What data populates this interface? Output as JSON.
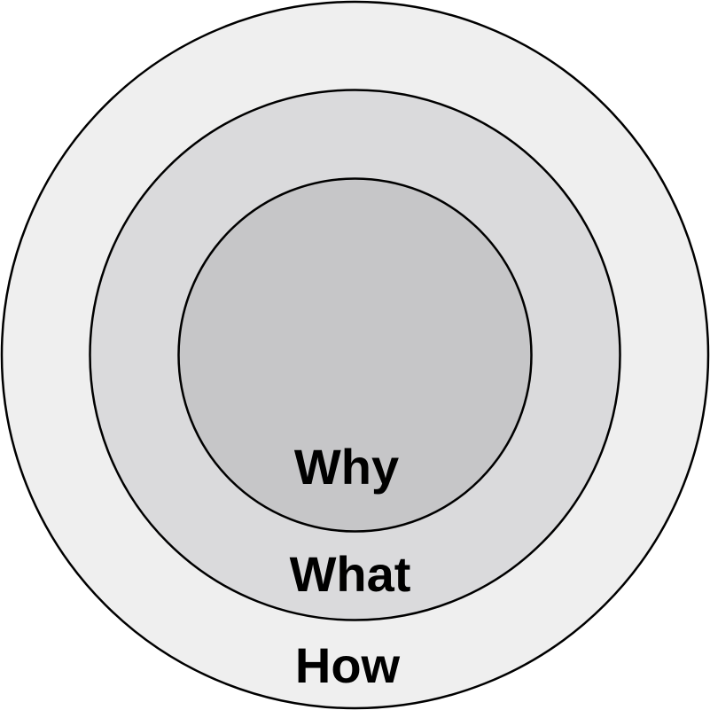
{
  "rings": {
    "outer": {
      "label": "How",
      "fill": "#efefef"
    },
    "middle": {
      "label": "What",
      "fill": "#dadadc"
    },
    "inner": {
      "label": "Why",
      "fill": "#c6c6c8"
    }
  },
  "stroke_color": "#000000"
}
